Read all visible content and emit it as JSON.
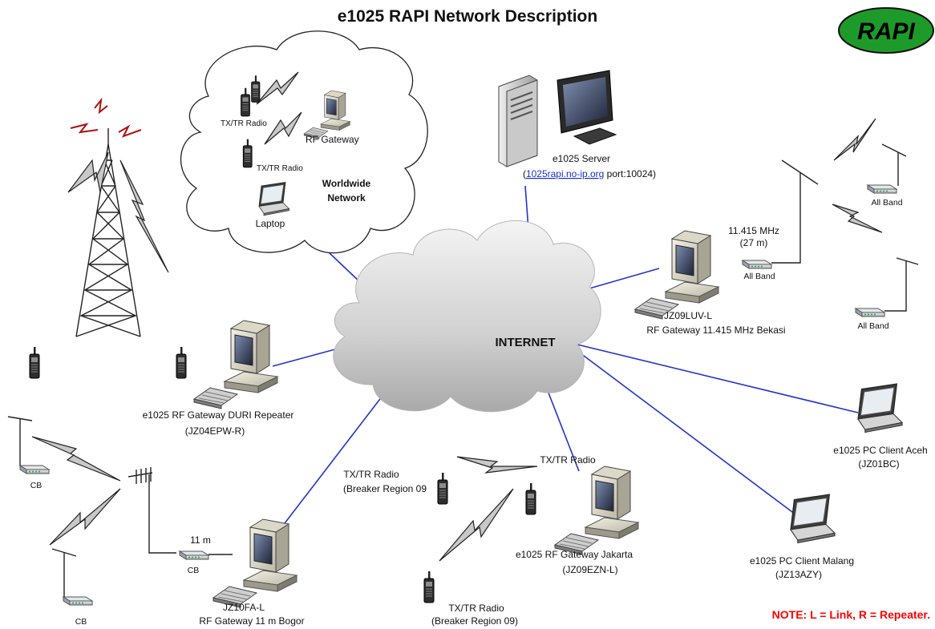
{
  "title": "e1025 RAPI Network Description",
  "logo_text": "RAPI",
  "internet_label": "INTERNET",
  "worldwide": {
    "line1": "Worldwide",
    "line2": "Network",
    "radio1": "TX/TR Radio",
    "radio2": "TX/TR Radio",
    "gateway": "RF Gateway",
    "laptop": "Laptop"
  },
  "server": {
    "name": "e1025 Server",
    "open_paren": "(",
    "url": "1025rapi.no-ip.org",
    "port": " port:10024)"
  },
  "bekasi": {
    "freq": "11.415 MHz",
    "wavelength": "(27 m)",
    "modem1": "All Band",
    "modem2": "All Band",
    "modem3": "All Band",
    "id": "JZ09LUV-L",
    "desc": "RF Gateway 11.415 MHz Bekasi"
  },
  "duri": {
    "desc": "e1025 RF Gateway DURI Repeater",
    "id": "(JZ04EPW-R)"
  },
  "bogor": {
    "cb1": "CB",
    "cb2": "CB",
    "cb3": "CB",
    "band": "11 m",
    "id": "JZ10FA-L",
    "desc": "RF Gateway 11 m Bogor"
  },
  "jakarta": {
    "radio_a1": "TX/TR Radio",
    "radio_a2": "(Breaker Region 09",
    "radio_b": "TX/TR Radio",
    "radio_c1": "TX/TR Radio",
    "radio_c2": "(Breaker Region 09)",
    "desc": "e1025 RF Gateway Jakarta",
    "id": "(JZ09EZN-L)"
  },
  "aceh": {
    "desc": "e1025 PC Client Aceh",
    "id": "(JZ01BC)"
  },
  "malang": {
    "desc": "e1025 PC Client Malang",
    "id": "(JZ13AZY)"
  },
  "note": "NOTE: L = Link, R = Repeater.",
  "colors": {
    "link_line": "#2233cc",
    "note_red": "#ff0000",
    "logo_green": "#1e9a2a",
    "url_blue": "#1a33cc"
  }
}
